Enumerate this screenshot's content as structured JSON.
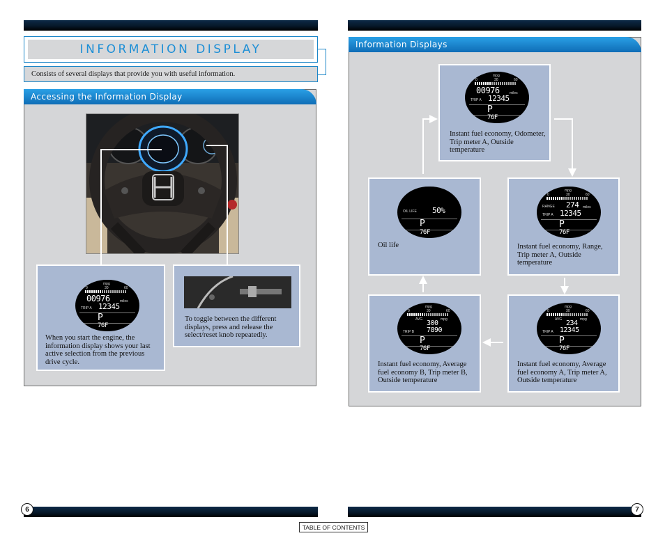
{
  "title": "INFORMATION DISPLAY",
  "subtitle": "Consists of several displays that provide you with useful information.",
  "left_section": {
    "heading": "Accessing the Information Display",
    "box1_caption": "When you start the engine, the information display shows your last active selection from the previous drive cycle.",
    "box2_caption": "To toggle between the different displays, press and release the select/reset knob repeatedly."
  },
  "right_section": {
    "heading": "Information Displays",
    "top_caption": "Instant fuel economy, Odometer, Trip meter A, Outside temperature",
    "mid_left_caption": "Oil life",
    "mid_right_caption": "Instant fuel economy, Range, Trip meter A, Outside temperature",
    "bot_left_caption": "Instant fuel economy, Average fuel economy B, Trip meter B, Outside temperature",
    "bot_right_caption": "Instant fuel economy, Average fuel economy A, Trip meter A, Outside temperature"
  },
  "lcd": {
    "mpg": "mpg",
    "scale_0": "0",
    "scale_30": "30",
    "scale_60": "60",
    "odometer": "00976",
    "miles": "miles",
    "trip_a": "TRIP A",
    "trip_b": "TRIP B",
    "trip_value": "12345",
    "gear": "P",
    "temp": "76F",
    "oil_life_label": "OIL LIFE",
    "oil_life_value": "50%",
    "range_label": "RANGE",
    "range_value": "274",
    "avg_label": "AVG",
    "avg_b_value": "300",
    "trip_b_value": "7890",
    "avg_a_value": "234"
  },
  "footer": {
    "page_left": "6",
    "page_right": "7",
    "toc": "TABLE OF CONTENTS"
  }
}
